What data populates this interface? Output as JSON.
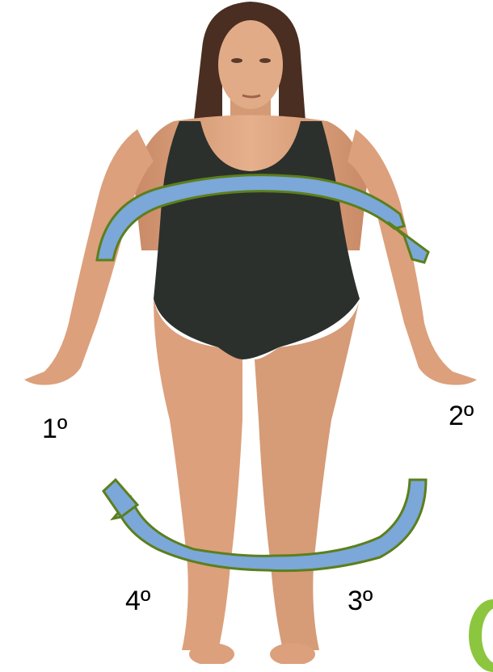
{
  "labels": {
    "first": "1º",
    "second": "2º",
    "third": "3º",
    "fourth": "4º"
  },
  "colors": {
    "arrow_fill": "#7ba7d9",
    "arrow_stroke": "#5c7f1c",
    "swimsuit": "#2b302c",
    "skin": "#e0a67f",
    "hair": "#4a2e22",
    "badge": "#8cc63f"
  },
  "icons": {
    "upper_arrow": "curved-arrow-right-icon",
    "lower_arrow": "curved-arrow-left-icon",
    "badge": "logo-badge-icon"
  }
}
